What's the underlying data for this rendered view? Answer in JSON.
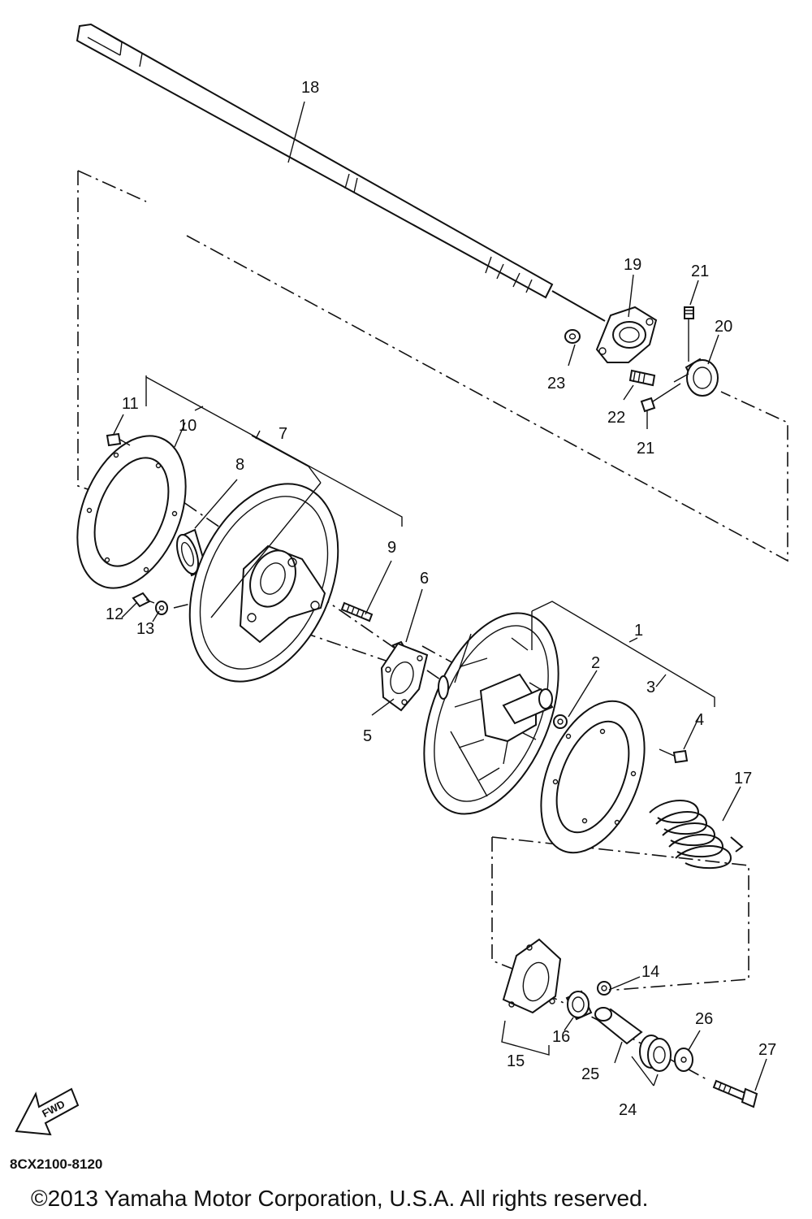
{
  "diagram_code": "8CX2100-8120",
  "copyright": "©2013 Yamaha Motor Corporation, U.S.A. All rights reserved.",
  "fwd_label": "FWD",
  "callouts": {
    "c1": "1",
    "c2": "2",
    "c3": "3",
    "c4": "4",
    "c5": "5",
    "c6": "6",
    "c7": "7",
    "c8": "8",
    "c9": "9",
    "c10": "10",
    "c11": "11",
    "c12": "12",
    "c13": "13",
    "c14": "14",
    "c15": "15",
    "c16": "16",
    "c17": "17",
    "c18": "18",
    "c19": "19",
    "c20": "20",
    "c21a": "21",
    "c21b": "21",
    "c22": "22",
    "c23": "23",
    "c24": "24",
    "c25": "25",
    "c26": "26",
    "c27": "27"
  }
}
